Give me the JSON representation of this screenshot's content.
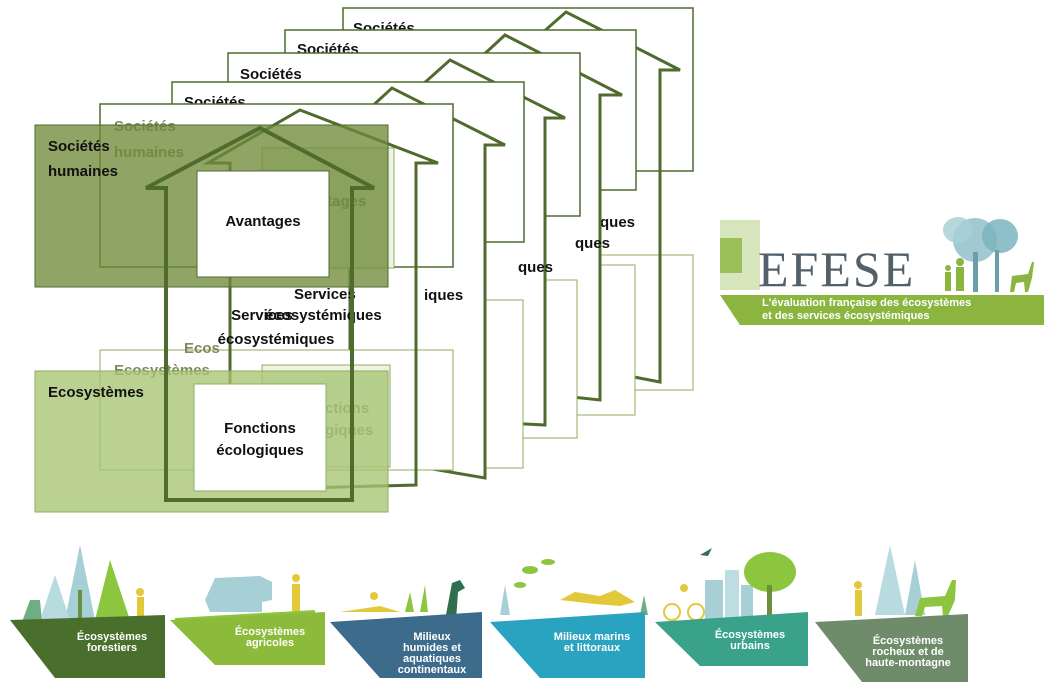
{
  "stack_card_titles": [
    "Sociétés",
    "Sociétés",
    "Sociétés",
    "Sociétés"
  ],
  "back_card_texts": {
    "card1_ques": "ques",
    "card2_ques": "ques",
    "card3_ques": "ques",
    "card4_services": "Services",
    "card4_ecosys": "écosystémiques",
    "card4_iques": "iques"
  },
  "ghost_layer": {
    "societes": "Sociétés",
    "humaines": "humaines",
    "avantages": "ntages",
    "ecosystemes": "Ecosystèmes",
    "ecos_fragment": "Ecos",
    "fonctions": "ctions",
    "giques": "giques"
  },
  "front": {
    "societes_label_line1": "Sociétés",
    "societes_label_line2": "humaines",
    "avantages": "Avantages",
    "services_line1": "Services",
    "services_line2": "écosystémiques",
    "ecosystemes_label": "Ecosystèmes",
    "fonctions_line1": "Fonctions",
    "fonctions_line2": "écologiques"
  },
  "logo": {
    "name": "EFESE",
    "subtitle_line1": "L'évaluation française des écosystèmes",
    "subtitle_line2": "et des services écosystémiques"
  },
  "ecosystem_badges": [
    {
      "lines": [
        "Écosystèmes",
        "forestiers"
      ],
      "color": "#4a6f2c"
    },
    {
      "lines": [
        "Écosystèmes",
        "agricoles"
      ],
      "color": "#8cbb3b"
    },
    {
      "lines": [
        "Milieux",
        "humides et",
        "aquatiques",
        "continentaux"
      ],
      "color": "#3d6b8c"
    },
    {
      "lines": [
        "Milieux marins",
        "et littoraux"
      ],
      "color": "#2aa3c1"
    },
    {
      "lines": [
        "Écosystèmes",
        "urbains"
      ],
      "color": "#3aa18a"
    },
    {
      "lines": [
        "Écosystèmes",
        "rocheux et de",
        "haute-montagne"
      ],
      "color": "#6e8c6a"
    }
  ],
  "colors": {
    "arrow_outline": "#4f6b2d",
    "societes_fill": "#6f8a3a",
    "ecosystemes_fill": "#a8c473",
    "logo_band": "#8cb53f"
  }
}
